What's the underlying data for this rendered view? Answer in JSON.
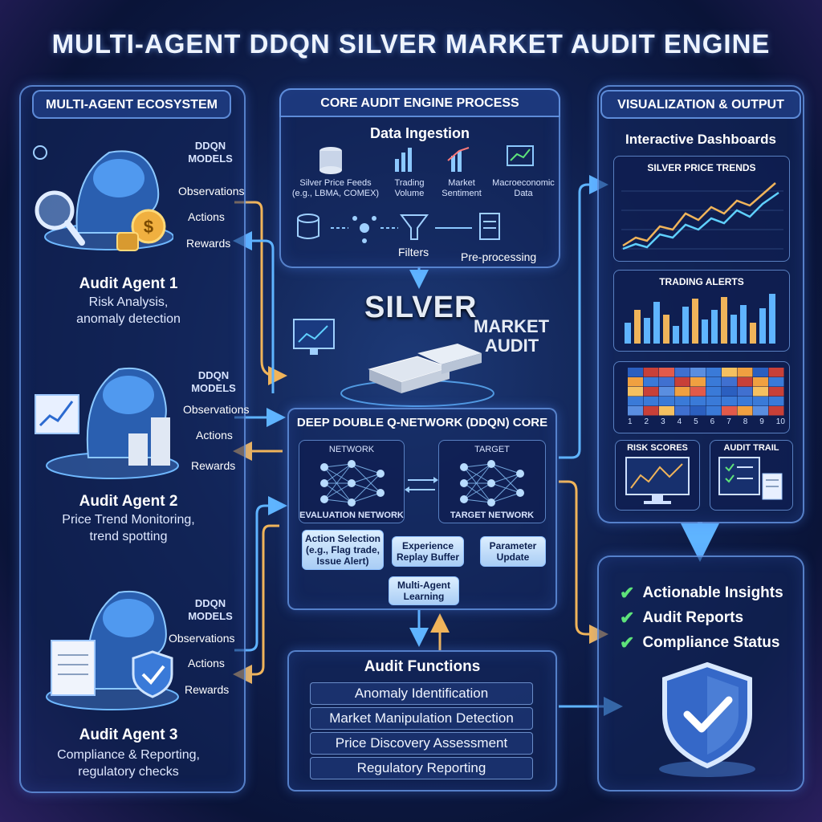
{
  "title": "MULTI-AGENT DDQN SILVER MARKET AUDIT ENGINE",
  "left": {
    "header": "MULTI-AGENT ECOSYSTEM",
    "agents": [
      {
        "ddqn": "DDQN MODELS",
        "observations": "Observations",
        "actions": "Actions",
        "rewards": "Rewards",
        "name": "Audit Agent 1",
        "desc1": "Risk Analysis,",
        "desc2": "anomaly detection"
      },
      {
        "ddqn": "DDQN MODELS",
        "observations": "Observations",
        "actions": "Actions",
        "rewards": "Rewards",
        "name": "Audit Agent 2",
        "desc1": "Price Trend Monitoring,",
        "desc2": "trend spotting"
      },
      {
        "ddqn": "DDQN MODELS",
        "observations": "Observations",
        "actions": "Actions",
        "rewards": "Rewards",
        "name": "Audit Agent 3",
        "desc1": "Compliance & Reporting,",
        "desc2": "regulatory checks"
      }
    ]
  },
  "core": {
    "header": "CORE AUDIT ENGINE PROCESS",
    "ingestion_title": "Data Ingestion",
    "sources": [
      "Silver Price Feeds (e.g., LBMA, COMEX)",
      "Trading Volume",
      "Market Sentiment",
      "Macroeconomic Data"
    ],
    "filters": "Filters",
    "preprocessing": "Pre-processing",
    "emblem_line1": "SILVER",
    "emblem_line2": "MARKET",
    "emblem_line3": "AUDIT"
  },
  "ddqn_core": {
    "title": "DEEP DOUBLE Q-NETWORK (DDQN) CORE",
    "network_label": "NETWORK",
    "target_label": "TARGET",
    "evaluation_network": "EVALUATION NETWORK",
    "target_network": "TARGET NETWORK",
    "action_selection": "Action Selection (e.g., Flag trade, Issue Alert)",
    "replay_buffer": "Experience Replay Buffer",
    "parameter_update": "Parameter Update",
    "multi_agent": "Multi-Agent Learning"
  },
  "functions": {
    "title": "Audit Functions",
    "items": [
      "Anomaly Identification",
      "Market Manipulation Detection",
      "Price Discovery Assessment",
      "Regulatory Reporting"
    ]
  },
  "right": {
    "header": "VISUALIZATION & OUTPUT",
    "dash_title": "Interactive Dashboards",
    "price_trends": "SILVER PRICE TRENDS",
    "trading_alerts": "TRADING ALERTS",
    "heat_axis": [
      "1",
      "2",
      "3",
      "4",
      "5",
      "6",
      "7",
      "8",
      "9",
      "10"
    ],
    "risk_scores": "RISK SCORES",
    "audit_trail": "AUDIT TRAIL",
    "insights": [
      "Actionable Insights",
      "Audit Reports",
      "Compliance Status"
    ]
  },
  "colors": {
    "accent": "#5fb4ff",
    "arrow_orange": "#f0b45a",
    "check_green": "#5ee37a"
  }
}
